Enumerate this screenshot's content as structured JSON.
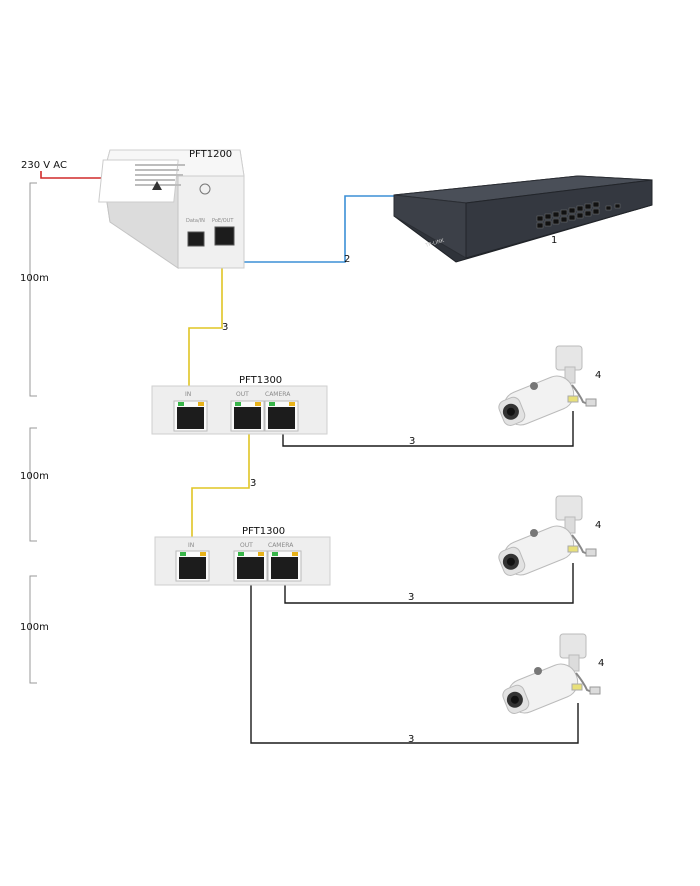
{
  "power": {
    "label": "230 V AC",
    "wire_color": "#d12a2a"
  },
  "injector": {
    "name": "PFT1200",
    "port_in": "Data/IN",
    "port_out": "PoE/OUT"
  },
  "switch": {
    "number": "1",
    "brand": "TP-LINK"
  },
  "extenders": [
    {
      "name": "PFT1300",
      "ports": [
        "IN",
        "OUT",
        "CAMERA"
      ]
    },
    {
      "name": "PFT1300",
      "ports": [
        "IN",
        "OUT",
        "CAMERA"
      ]
    }
  ],
  "cables": {
    "switch_link": {
      "number": "2",
      "color": "#3b8fd6"
    },
    "poe_segment": {
      "number": "3",
      "color": "#e0c524"
    },
    "camera_link": {
      "number": "3",
      "color": "#1a1a1a"
    }
  },
  "cameras": [
    {
      "number": "4"
    },
    {
      "number": "4"
    },
    {
      "number": "4"
    }
  ],
  "distances": [
    "100m",
    "100m",
    "100m"
  ],
  "colors": {
    "device_body": "#eeeeee",
    "device_edge": "#cfcfcf",
    "switch_body": "#3c4048",
    "port_led_green": "#39b54a",
    "port_led_amber": "#e8b21a"
  }
}
